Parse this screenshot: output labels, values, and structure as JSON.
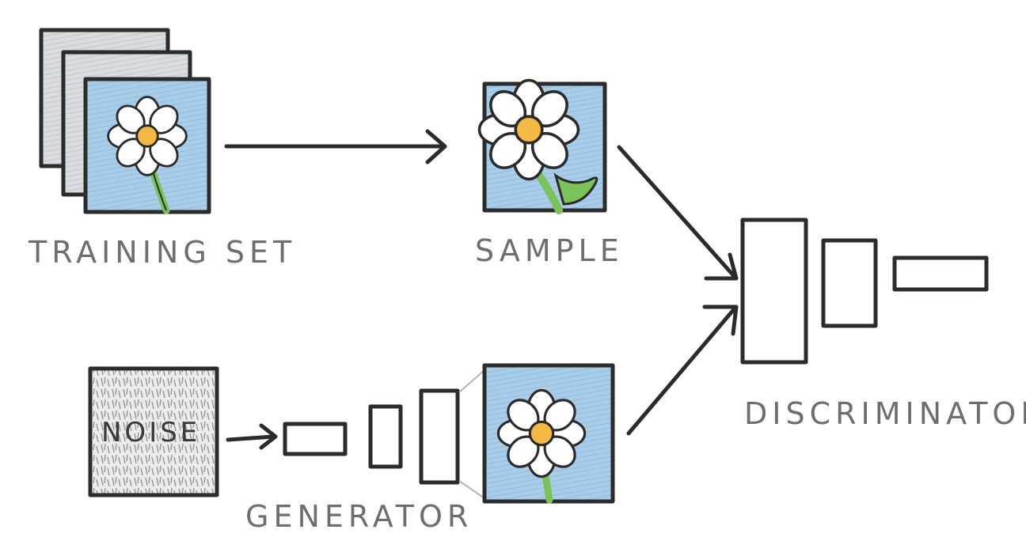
{
  "labels": {
    "training_set": "TRAINING SET",
    "sample": "SAMPLE",
    "noise": "NOISE",
    "generator": "GENERATOR",
    "discriminator": "DISCRIMINATOR"
  },
  "colors": {
    "image_bg": "#a9cde8",
    "stack_back": "#d9dcdd",
    "petal": "#ffffff",
    "flower_center": "#f4b942",
    "stem": "#7cc25a",
    "noise_bg": "#e4e4e4",
    "ink": "#2b2b2b",
    "label_ink": "#6e6e6e"
  }
}
